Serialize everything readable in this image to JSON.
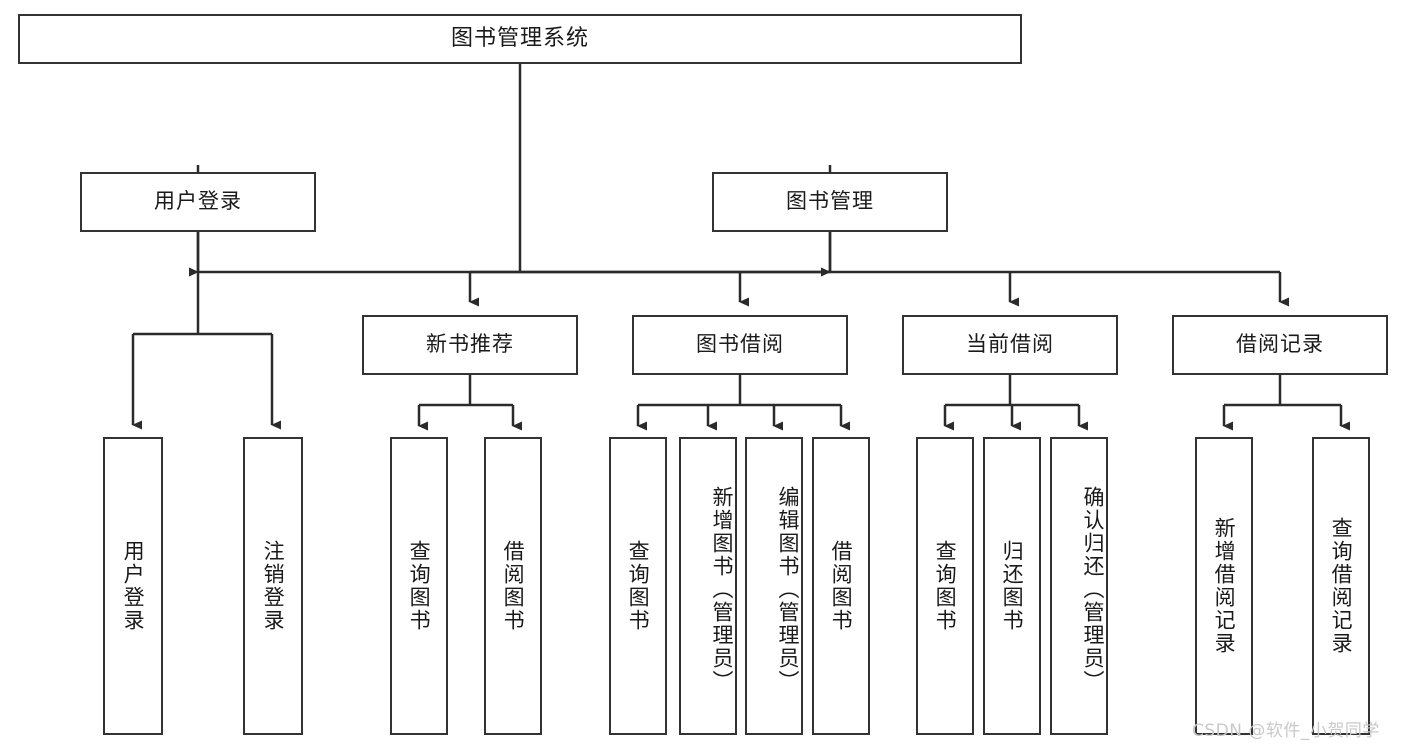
{
  "diagram": {
    "type": "hierarchy-tree",
    "title": "图书管理系统",
    "root": {
      "id": "root",
      "label": "图书管理系统",
      "orientation": "horizontal"
    },
    "level2": [
      {
        "id": "user-login",
        "label": "用户登录",
        "orientation": "horizontal"
      },
      {
        "id": "book-management",
        "label": "图书管理",
        "orientation": "horizontal"
      }
    ],
    "level3": [
      {
        "id": "new-book-recommend",
        "label": "新书推荐",
        "orientation": "horizontal",
        "parent": "book-management"
      },
      {
        "id": "book-borrow",
        "label": "图书借阅",
        "orientation": "horizontal",
        "parent": "book-management"
      },
      {
        "id": "current-borrow",
        "label": "当前借阅",
        "orientation": "horizontal",
        "parent": "book-management"
      },
      {
        "id": "borrow-record",
        "label": "借阅记录",
        "orientation": "horizontal",
        "parent": "book-management"
      }
    ],
    "leaves": [
      {
        "id": "leaf-user-login",
        "label": "用户登录",
        "parent": "user-login"
      },
      {
        "id": "leaf-logout-login",
        "label": "注销登录",
        "parent": "user-login"
      },
      {
        "id": "leaf-query-books-1",
        "label": "查询图书",
        "parent": "new-book-recommend"
      },
      {
        "id": "leaf-borrow-books-1",
        "label": "借阅图书",
        "parent": "new-book-recommend"
      },
      {
        "id": "leaf-query-books-2",
        "label": "查询图书",
        "parent": "book-borrow"
      },
      {
        "id": "leaf-add-book-admin",
        "label": "新增图书（管理员）",
        "parent": "book-borrow"
      },
      {
        "id": "leaf-edit-book-admin",
        "label": "编辑图书（管理员）",
        "parent": "book-borrow"
      },
      {
        "id": "leaf-borrow-books-2",
        "label": "借阅图书",
        "parent": "book-borrow"
      },
      {
        "id": "leaf-query-books-3",
        "label": "查询图书",
        "parent": "current-borrow"
      },
      {
        "id": "leaf-return-books",
        "label": "归还图书",
        "parent": "current-borrow"
      },
      {
        "id": "leaf-confirm-return-admin",
        "label": "确认归还（管理员）",
        "parent": "current-borrow"
      },
      {
        "id": "leaf-add-borrow-record",
        "label": "新增借阅记录",
        "parent": "borrow-record"
      },
      {
        "id": "leaf-query-borrow-record",
        "label": "查询借阅记录",
        "parent": "borrow-record"
      }
    ],
    "watermark": "CSDN @软件_小贺同学",
    "colors": {
      "border": "#333333",
      "text": "#1a1a1a",
      "background": "#ffffff",
      "edge": "#2b2b2b",
      "watermark": "#c9c9c9"
    }
  }
}
